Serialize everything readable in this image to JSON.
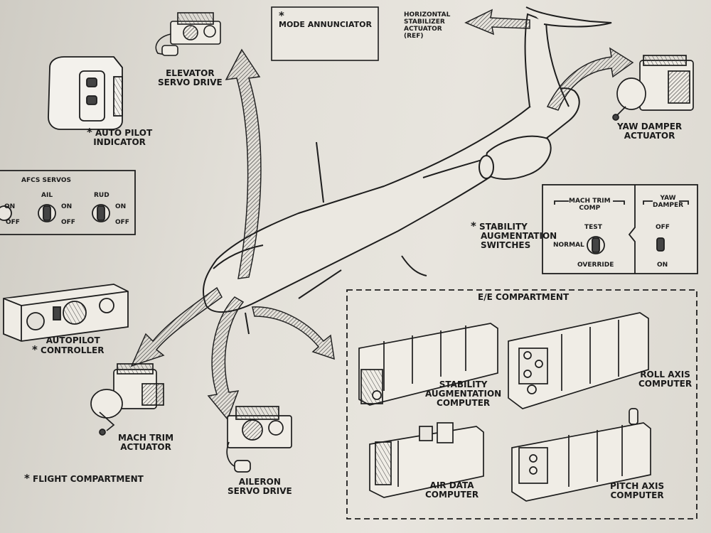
{
  "asterisk": "*",
  "labels": {
    "elevator_servo_line1": "ELEVATOR",
    "elevator_servo_line2": "SERVO DRIVE",
    "mode_annunciator": "MODE ANNUNCIATOR",
    "hstab_line1": "HORIZONTAL",
    "hstab_line2": "STABILIZER",
    "hstab_line3": "ACTUATOR",
    "hstab_line4": "(REF)",
    "autopilot_indicator_line1": "AUTO PILOT",
    "autopilot_indicator_line2": "INDICATOR",
    "yaw_damper_line1": "YAW DAMPER",
    "yaw_damper_line2": "ACTUATOR",
    "sas_switches_line1": "STABILITY",
    "sas_switches_line2": "AUGMENTATION",
    "sas_switches_line3": "SWITCHES",
    "autopilot_controller_line1": "AUTOPILOT",
    "autopilot_controller_line2": "CONTROLLER",
    "mach_trim_line1": "MACH TRIM",
    "mach_trim_line2": "ACTUATOR",
    "aileron_line1": "AILERON",
    "aileron_line2": "SERVO DRIVE",
    "flight_compartment": "FLIGHT COMPARTMENT",
    "ee_compartment": "E/E COMPARTMENT",
    "sac_line1": "STABILITY",
    "sac_line2": "AUGMENTATION",
    "sac_line3": "COMPUTER",
    "roll_line1": "ROLL AXIS",
    "roll_line2": "COMPUTER",
    "adc_line1": "AIR DATA",
    "adc_line2": "COMPUTER",
    "pitch_line1": "PITCH AXIS",
    "pitch_line2": "COMPUTER"
  },
  "afcs_panel": {
    "title": "AFCS SERVOS",
    "ail": "AIL",
    "rud": "RUD",
    "on": "ON",
    "off": "OFF"
  },
  "sas_panel": {
    "mach_trim_line1": "MACH TRIM",
    "mach_trim_line2": "COMP",
    "yaw_line1": "YAW",
    "yaw_line2": "DAMPER",
    "test": "TEST",
    "normal": "NORMAL",
    "override": "OVERRIDE",
    "off": "OFF",
    "on": "ON"
  }
}
